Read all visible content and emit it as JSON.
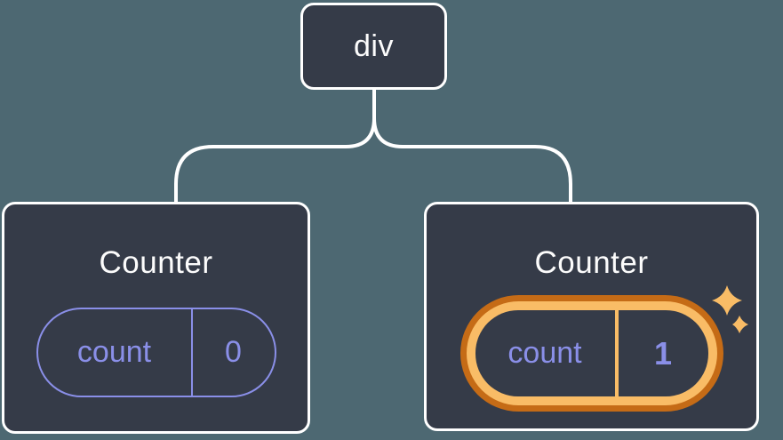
{
  "diagram": {
    "background_color": "#4D6872",
    "node_fill_color": "#353B48",
    "node_border_color": "#FFFFFF",
    "connector_color": "#FFFFFF",
    "state_accent_color": "#8A8FE8",
    "highlight_outer_color": "#C56B16",
    "highlight_inner_color": "#F9BC66",
    "root_node": {
      "label": "div"
    },
    "children": [
      {
        "title": "Counter",
        "state_key": "count",
        "state_value": "0",
        "highlighted": false
      },
      {
        "title": "Counter",
        "state_key": "count",
        "state_value": "1",
        "highlighted": true
      }
    ],
    "icons": {
      "sparkles": "✦"
    }
  }
}
